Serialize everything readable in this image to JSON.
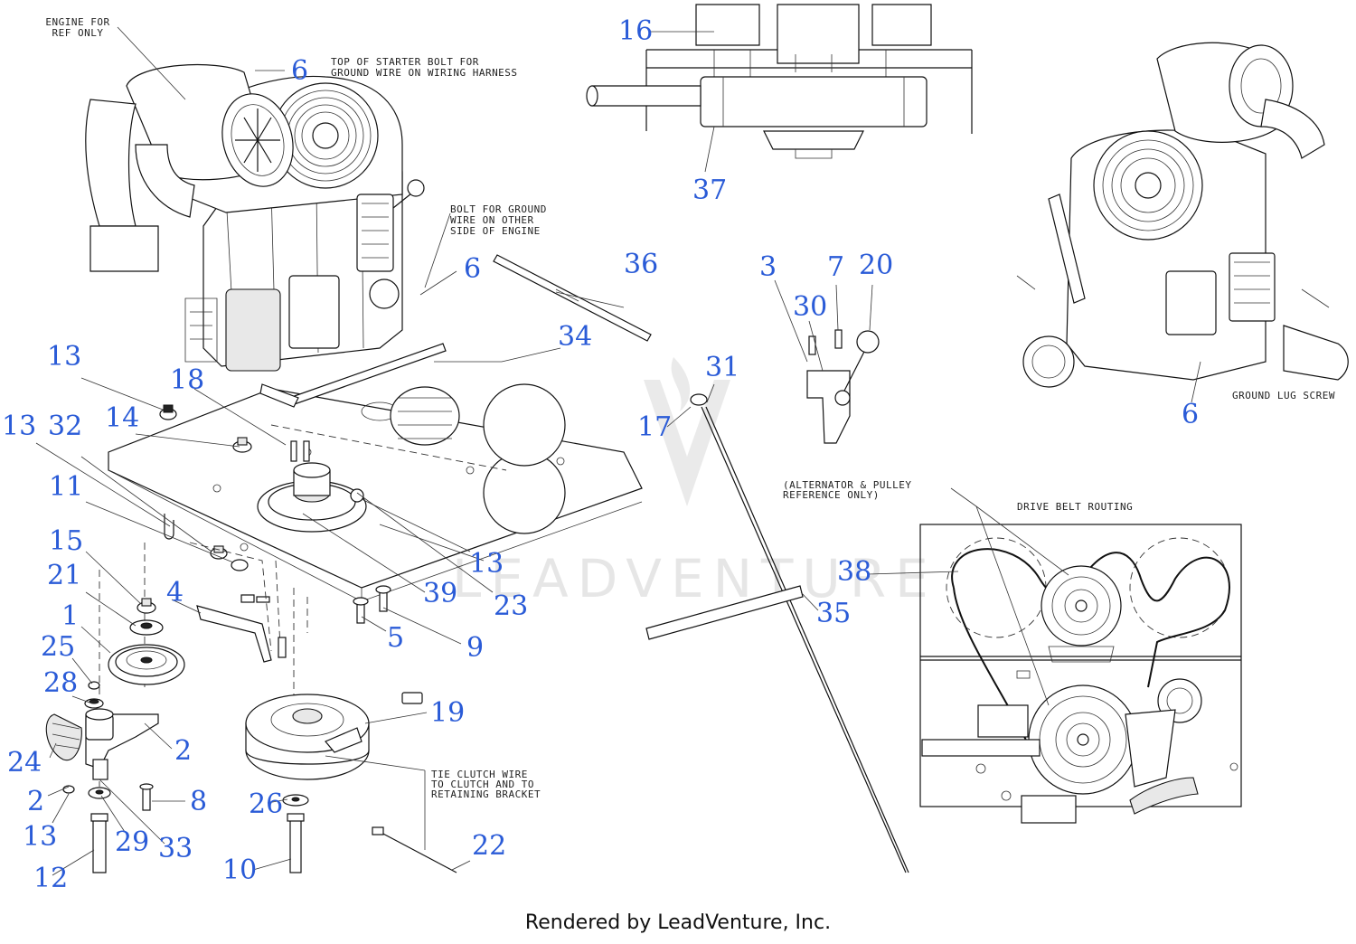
{
  "notes": {
    "engine_ref": [
      "ENGINE FOR",
      "REF ONLY"
    ],
    "starter_bolt": [
      "TOP OF STARTER BOLT FOR",
      "GROUND WIRE ON WIRING HARNESS"
    ],
    "bolt_ground": [
      "BOLT FOR GROUND",
      "WIRE ON OTHER",
      "SIDE OF ENGINE"
    ],
    "ground_lug": "GROUND LUG SCREW",
    "alternator_ref": [
      "(ALTERNATOR & PULLEY",
      "REFERENCE ONLY)"
    ],
    "belt_routing": "DRIVE BELT ROUTING",
    "tie_clutch": [
      "TIE CLUTCH WIRE",
      "TO CLUTCH AND TO",
      "RETAINING BRACKET"
    ]
  },
  "watermark": "LEADVENTURE",
  "footer": "Rendered by LeadVenture, Inc.",
  "callouts": [
    {
      "id": "c6a",
      "text": "6"
    },
    {
      "id": "c16",
      "text": "16"
    },
    {
      "id": "c37",
      "text": "37"
    },
    {
      "id": "c6b",
      "text": "6"
    },
    {
      "id": "c36",
      "text": "36"
    },
    {
      "id": "c3",
      "text": "3"
    },
    {
      "id": "c7",
      "text": "7"
    },
    {
      "id": "c20",
      "text": "20"
    },
    {
      "id": "c30",
      "text": "30"
    },
    {
      "id": "c34",
      "text": "34"
    },
    {
      "id": "c31",
      "text": "31"
    },
    {
      "id": "c6c",
      "text": "6"
    },
    {
      "id": "c13a",
      "text": "13"
    },
    {
      "id": "c18",
      "text": "18"
    },
    {
      "id": "c14",
      "text": "14"
    },
    {
      "id": "c13b",
      "text": "13"
    },
    {
      "id": "c32",
      "text": "32"
    },
    {
      "id": "c17",
      "text": "17"
    },
    {
      "id": "c11",
      "text": "11"
    },
    {
      "id": "c15",
      "text": "15"
    },
    {
      "id": "c21",
      "text": "21"
    },
    {
      "id": "c13c",
      "text": "13"
    },
    {
      "id": "c4",
      "text": "4"
    },
    {
      "id": "c39",
      "text": "39"
    },
    {
      "id": "c23",
      "text": "23"
    },
    {
      "id": "c1",
      "text": "1"
    },
    {
      "id": "c38",
      "text": "38"
    },
    {
      "id": "c35",
      "text": "35"
    },
    {
      "id": "c5",
      "text": "5"
    },
    {
      "id": "c9",
      "text": "9"
    },
    {
      "id": "c25",
      "text": "25"
    },
    {
      "id": "c28",
      "text": "28"
    },
    {
      "id": "c19",
      "text": "19"
    },
    {
      "id": "c2a",
      "text": "2"
    },
    {
      "id": "c24",
      "text": "24"
    },
    {
      "id": "c2b",
      "text": "2"
    },
    {
      "id": "c8",
      "text": "8"
    },
    {
      "id": "c26",
      "text": "26"
    },
    {
      "id": "c13d",
      "text": "13"
    },
    {
      "id": "c29",
      "text": "29"
    },
    {
      "id": "c33",
      "text": "33"
    },
    {
      "id": "c22",
      "text": "22"
    },
    {
      "id": "c10",
      "text": "10"
    },
    {
      "id": "c12",
      "text": "12"
    }
  ]
}
